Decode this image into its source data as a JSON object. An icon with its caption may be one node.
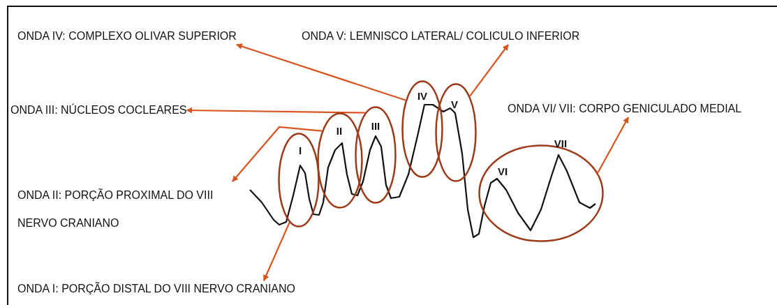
{
  "diagram": {
    "nodes": [
      {
        "text": [
          "ONDA IV: COMPLEXO OLIVAR SUPERIOR"
        ]
      },
      {
        "text": [
          "ONDA V: LEMNISCO LATERAL/ COLICULO INFERIOR"
        ]
      },
      {
        "text": [
          "ONDA III: NÚCLEOS COCLEARES"
        ]
      },
      {
        "text": [
          "ONDA VI/ VII: CORPO GENICULADO MEDIAL"
        ]
      },
      {
        "text": [
          "ONDA II: PORÇÃO PROXIMAL DO VIII NERVO CRANIANO"
        ]
      },
      {
        "text": [
          "ONDA I: PORÇÃO DISTAL DO VIII NERVO CRANIANO"
        ]
      },
      {
        "text": [
          "I"
        ]
      },
      {
        "text": [
          "II"
        ]
      },
      {
        "text": [
          "III"
        ]
      },
      {
        "text": [
          "IV"
        ]
      },
      {
        "text": [
          "V"
        ]
      },
      {
        "text": [
          "VI",
          "VII"
        ]
      }
    ],
    "edges": [
      {
        "from": 6,
        "to": 5,
        "arrow": "to"
      },
      {
        "from": 7,
        "to": 4,
        "arrow": "to"
      },
      {
        "from": 8,
        "to": 2,
        "arrow": "to"
      },
      {
        "from": 9,
        "to": 0,
        "arrow": "to"
      },
      {
        "from": 10,
        "to": 1,
        "arrow": "to"
      },
      {
        "from": 11,
        "to": 3,
        "arrow": "to"
      }
    ]
  }
}
